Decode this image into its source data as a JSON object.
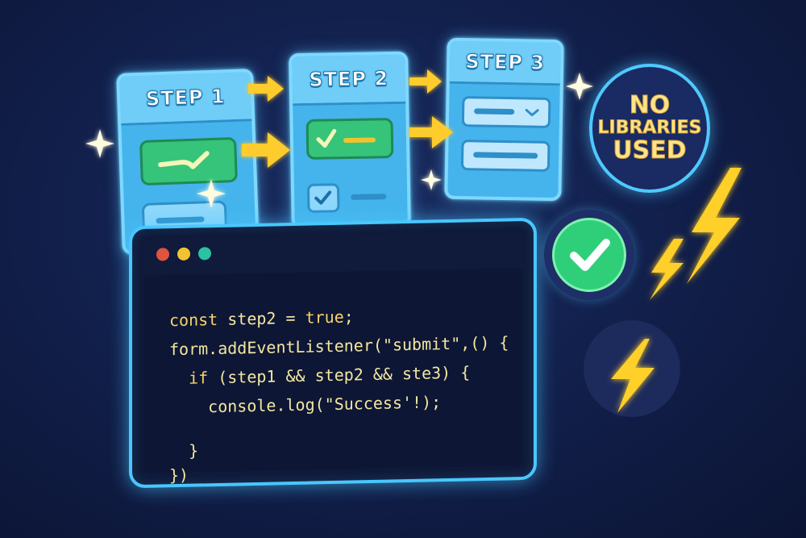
{
  "steps": [
    {
      "label": "STEP 1"
    },
    {
      "label": "STEP 2"
    },
    {
      "label": "STEP 3"
    }
  ],
  "badge": {
    "line1": "NO",
    "line2": "LIBRARIES",
    "line3": "USED"
  },
  "code": {
    "lines": [
      "const step2 = true;",
      "form.addEventListener(\"submit\",() {",
      "  if (step1 && step2 && ste3) {",
      "    console.log(\"Success'!);",
      "  }",
      "})"
    ]
  },
  "colors": {
    "background": "#12204d",
    "card": "#45b4ec",
    "card_border": "#7fd8ff",
    "arrow": "#ffcc2e",
    "check_green": "#2fcf7a",
    "badge_text": "#ffe28a",
    "dot_red": "#e0533f",
    "dot_yellow": "#f2c331",
    "dot_teal": "#2bc2a2"
  },
  "icons": [
    "sparkle-icon",
    "arrow-right-icon",
    "check-icon",
    "checkbox-icon",
    "chevron-down-icon",
    "lightning-icon",
    "curved-arrow-icon"
  ]
}
